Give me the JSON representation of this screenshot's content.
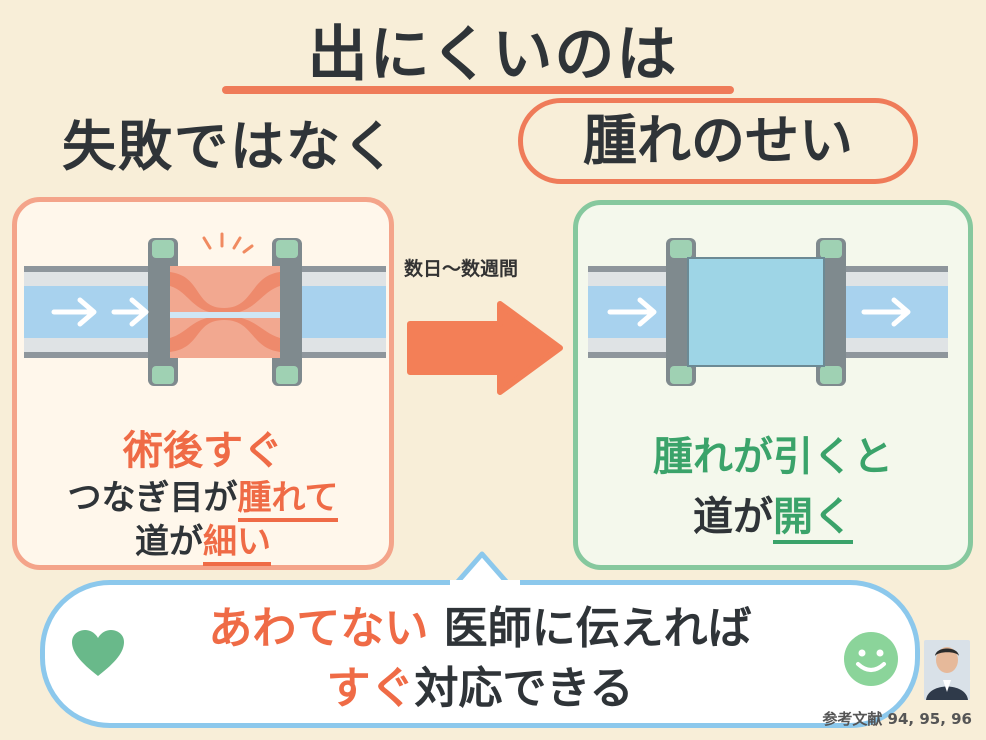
{
  "title": {
    "line1": "出にくいのは",
    "line2_prefix": "失敗ではなく",
    "line2_highlight": "腫れのせい"
  },
  "left_panel": {
    "heading": "術後すぐ",
    "line2_prefix": "つなぎ目が",
    "line2_highlight": "腫れて",
    "line3_prefix": "道が",
    "line3_highlight": "細い"
  },
  "transition_label": "数日〜数週間",
  "right_panel": {
    "line1": "腫れが引くと",
    "line2_prefix": "道が",
    "line2_highlight": "開く"
  },
  "bubble": {
    "line1_highlight": "あわてない",
    "line1_rest": "医師に伝えれば",
    "line2_highlight": "すぐ",
    "line2_rest": "対応できる"
  },
  "references": "参考文献 94, 95, 96",
  "colors": {
    "accent_orange": "#ef6b46",
    "accent_green": "#3aa36a",
    "bubble_border": "#8cc8ec",
    "background": "#f8eed8"
  },
  "icons": [
    "heart-icon",
    "smiley-icon",
    "arrow-right-icon"
  ]
}
